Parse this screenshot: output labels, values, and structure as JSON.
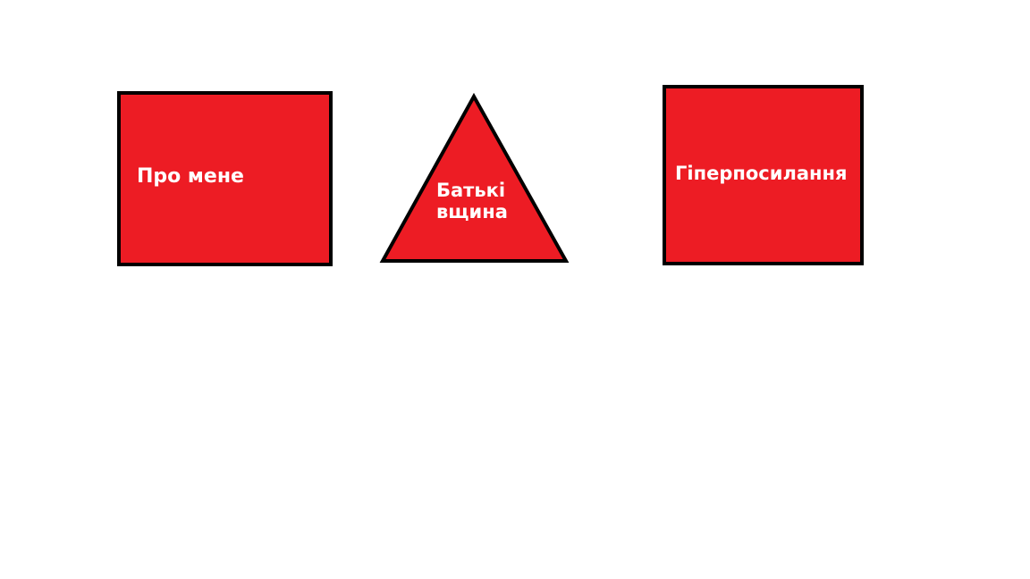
{
  "colors": {
    "background": "#ffffff",
    "shape_fill": "#ed1c24",
    "shape_stroke": "#000000",
    "label_text": "#ffffff"
  },
  "shapes": {
    "about": {
      "label": "Про мене",
      "shape": "rectangle"
    },
    "homeland": {
      "label_line1": "Батькі",
      "label_line2": "вщина",
      "shape": "triangle"
    },
    "links": {
      "label": "Гіперпосилання",
      "shape": "rectangle"
    }
  }
}
